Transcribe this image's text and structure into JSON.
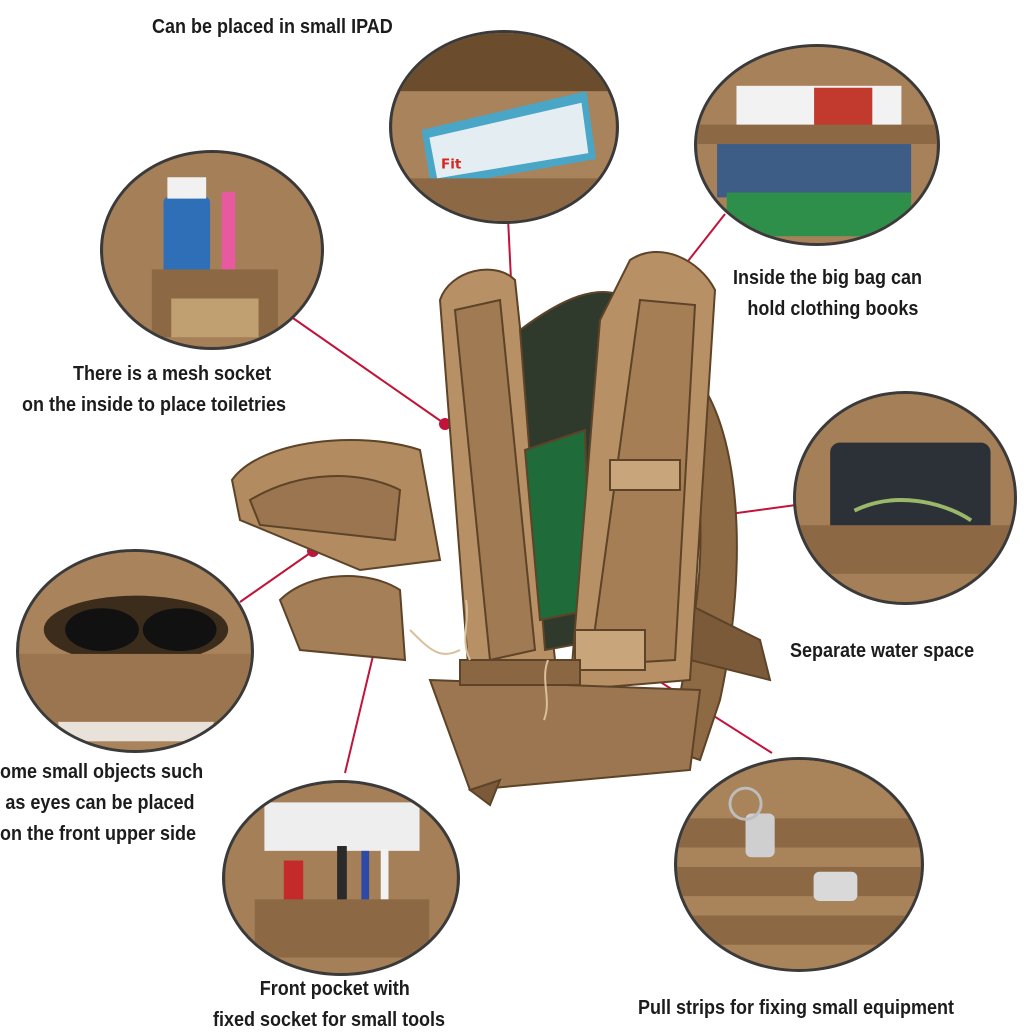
{
  "labels": {
    "ipad": [
      "Can be placed in small IPAD"
    ],
    "big_bag": [
      "Inside the big bag can",
      "hold clothing books"
    ],
    "mesh": [
      "There is a mesh socket",
      "on the inside to place toiletries"
    ],
    "water": [
      "Separate water space"
    ],
    "small_objects": [
      "ome small objects such",
      "as eyes can be placed",
      "on the front upper side"
    ],
    "front_pocket": [
      "Front pocket with",
      "fixed socket for small tools"
    ],
    "pull_strips": [
      "Pull strips for fixing small equipment"
    ]
  },
  "book_text": "Fit",
  "colors": {
    "accent": "#c2133a",
    "tan": "#a9825a",
    "tan_dark": "#7a5a38",
    "tan_light": "#c9a57c"
  }
}
